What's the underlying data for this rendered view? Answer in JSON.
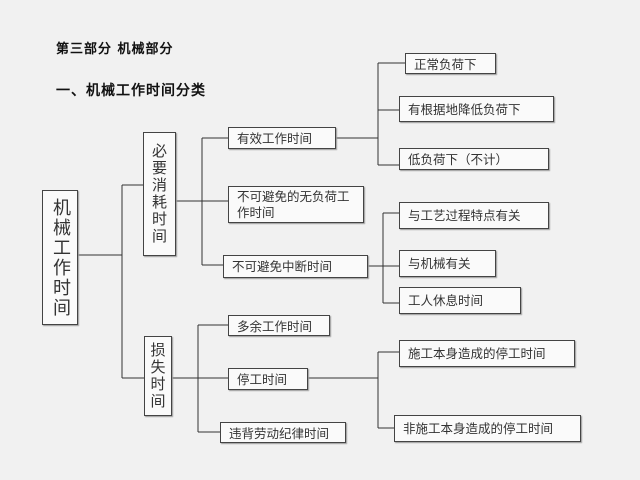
{
  "header": {
    "section": "第三部分  机械部分",
    "title": "一、机械工作时间分类"
  },
  "root": "机械工作时间",
  "necessary": {
    "label": "必要消耗时间",
    "effective": {
      "label": "有效工作时间",
      "children": [
        "正常负荷下",
        "有根据地降低负荷下",
        "低负荷下（不计）"
      ]
    },
    "no_load": {
      "label": "不可避免的无负荷工作时间"
    },
    "interrupt": {
      "label": "不可避免中断时间",
      "children": [
        "与工艺过程特点有关",
        "与机械有关",
        "工人休息时间"
      ]
    }
  },
  "loss": {
    "label": "损失时间",
    "excess": {
      "label": "多余工作时间"
    },
    "stoppage": {
      "label": "停工时间",
      "children": [
        "施工本身造成的停工时间",
        "非施工本身造成的停工时间"
      ]
    },
    "discipline": {
      "label": "违背劳动纪律时间"
    }
  }
}
